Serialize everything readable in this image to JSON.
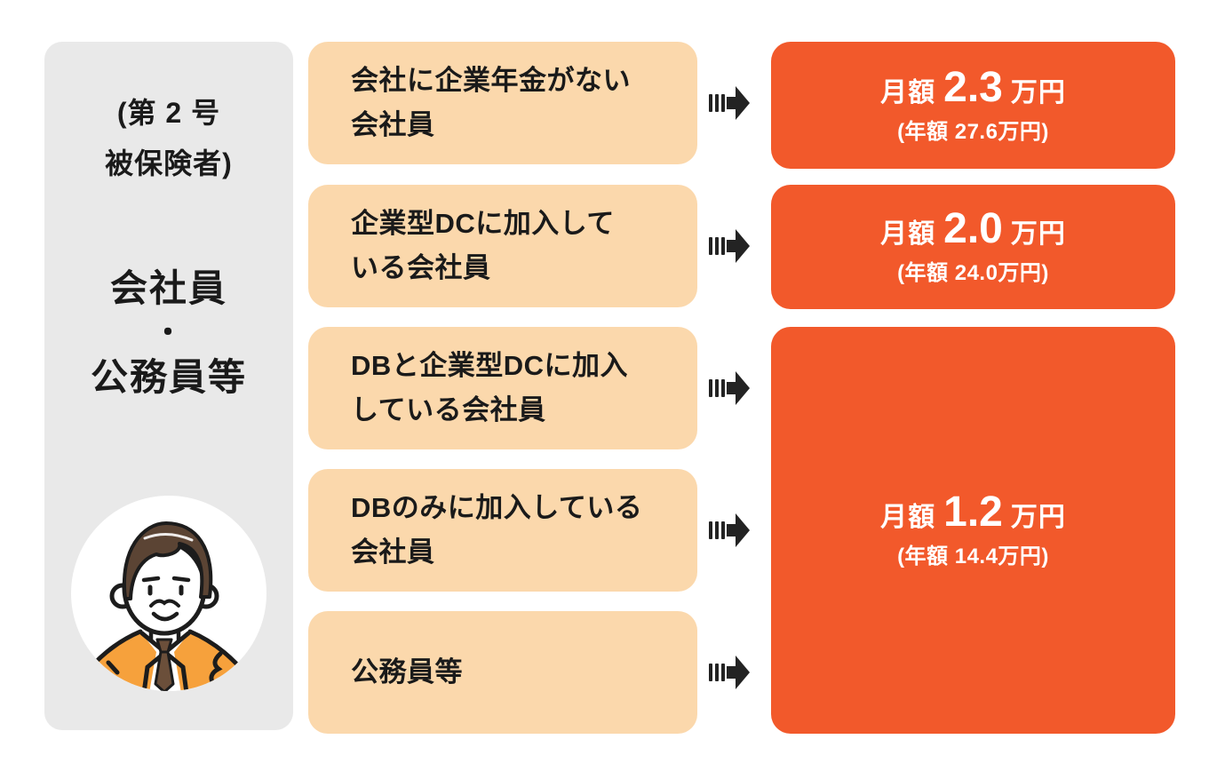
{
  "palette": {
    "background": "#FFFFFF",
    "panel_gray": "#E9E9E9",
    "category_peach": "#FBD8AC",
    "result_orange": "#F2592B",
    "text_dark": "#1A1A1A",
    "text_on_orange": "#FFFFFF",
    "arrow_black": "#232323",
    "avatar_suit_orange": "#F6A13C",
    "avatar_tie_brown": "#6B4F3A",
    "avatar_hair_brown": "#5B4434"
  },
  "panel": {
    "subtitle_line1": "(第 2 号",
    "subtitle_line2": "被保険者)",
    "group_line1": "会社員",
    "group_separator": "・",
    "group_line2": "公務員等",
    "avatar": "businessman-illustration"
  },
  "categories": [
    {
      "line1": "会社に企業年金がない",
      "line2": "会社員"
    },
    {
      "line1": "企業型DCに加入して",
      "line2": "いる会社員"
    },
    {
      "line1": "DBと企業型DCに加入",
      "line2": "している会社員"
    },
    {
      "line1": "DBのみに加入している",
      "line2": "会社員"
    },
    {
      "line1": "公務員等",
      "line2": ""
    }
  ],
  "results": [
    {
      "prefix": "月額",
      "value": "2.3",
      "unit": "万円",
      "annual": "(年額 27.6万円)"
    },
    {
      "prefix": "月額",
      "value": "2.0",
      "unit": "万円",
      "annual": "(年額 24.0万円)"
    },
    {
      "prefix": "月額",
      "value": "1.2",
      "unit": "万円",
      "annual": "(年額 14.4万円)"
    }
  ],
  "arrow_icon": "striped-right-arrow"
}
